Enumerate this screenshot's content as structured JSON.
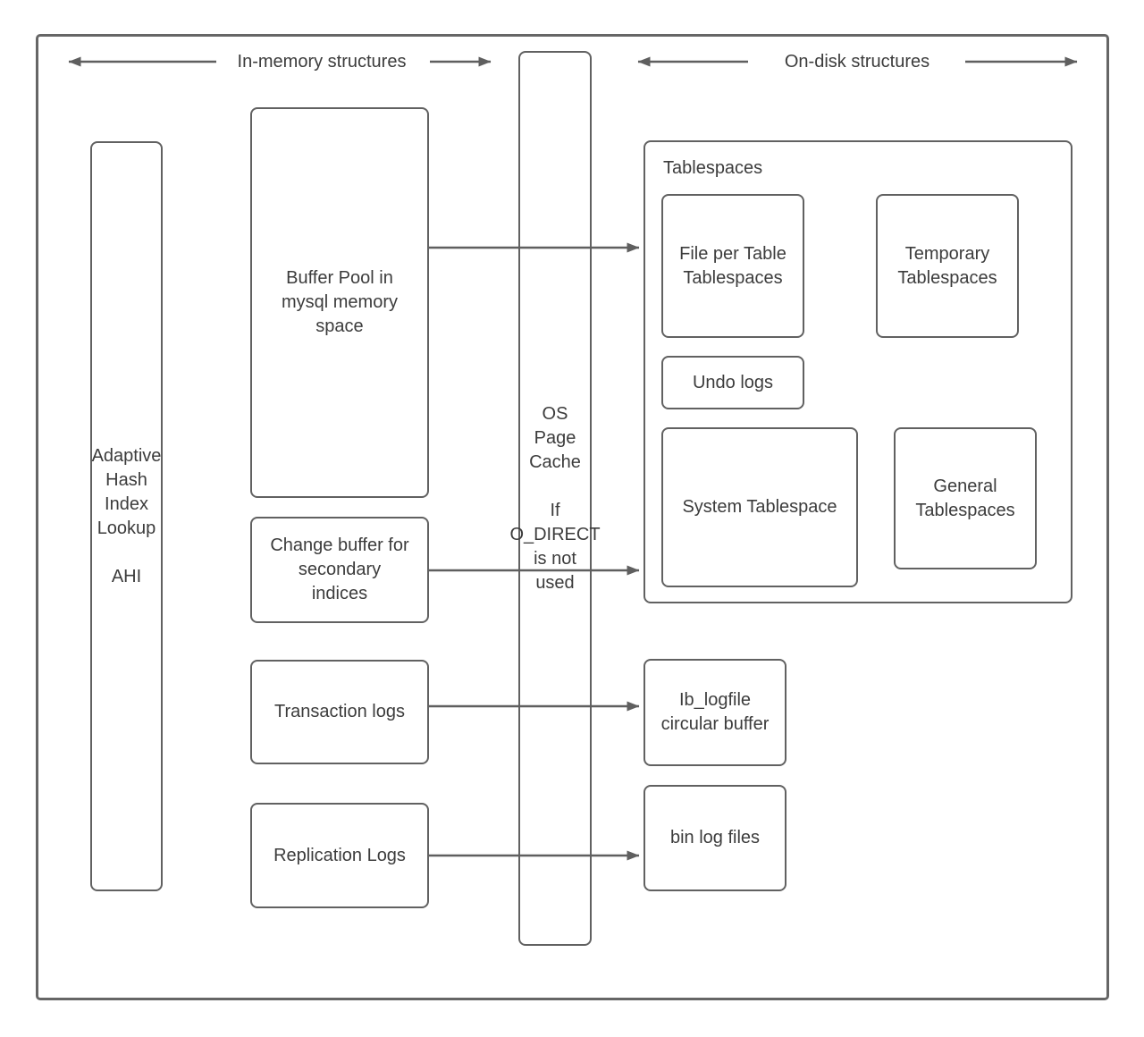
{
  "header": {
    "in_memory_label": "In-memory structures",
    "on_disk_label": "On-disk structures"
  },
  "nodes": {
    "ahi": "Adaptive\nHash\nIndex\nLookup\n\nAHI",
    "buffer_pool": "Buffer Pool in\nmysql memory\nspace",
    "os_page_cache": "OS\nPage\nCache\n\nIf\nO_DIRECT\nis not\nused",
    "change_buffer": "Change buffer for\nsecondary\nindices",
    "transaction_logs": "Transaction logs",
    "replication_logs": "Replication Logs",
    "tablespaces_title": "Tablespaces",
    "file_per_table": "File per Table\nTablespaces",
    "temporary_tablespaces": "Temporary\nTablespaces",
    "undo_logs": "Undo logs",
    "system_tablespace": "System Tablespace",
    "general_tablespaces": "General\nTablespaces",
    "ib_logfile": "Ib_logfile\ncircular buffer",
    "bin_log_files": "bin log files"
  },
  "colors": {
    "box_border": "#616161",
    "outer_border": "#666666",
    "arrow_line": "#5f5f5f",
    "text": "#3c3c3c",
    "background": "#ffffff"
  }
}
